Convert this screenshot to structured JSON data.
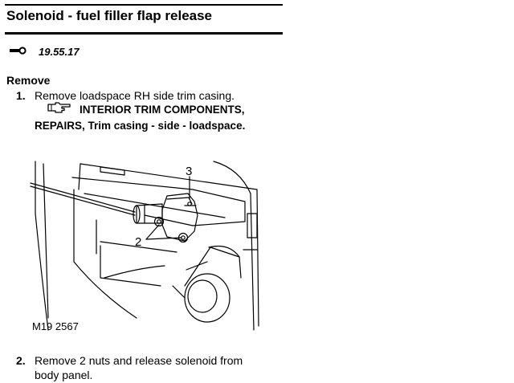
{
  "page": {
    "title": "Solenoid - fuel filler flap release",
    "repair_code": "19.55.17",
    "section": "Remove"
  },
  "steps": [
    {
      "number": "1.",
      "text": "Remove loadspace RH side trim casing.",
      "reference": {
        "icon": "pointing-hand-icon",
        "line1": "INTERIOR TRIM COMPONENTS,",
        "line2": "REPAIRS, Trim casing - side - loadspace."
      }
    },
    {
      "number": "2.",
      "lines": [
        "Remove 2 nuts and release solenoid from",
        "body panel."
      ]
    }
  ],
  "illustration": {
    "callouts": [
      "3",
      "2"
    ],
    "caption": "M19 2567"
  }
}
